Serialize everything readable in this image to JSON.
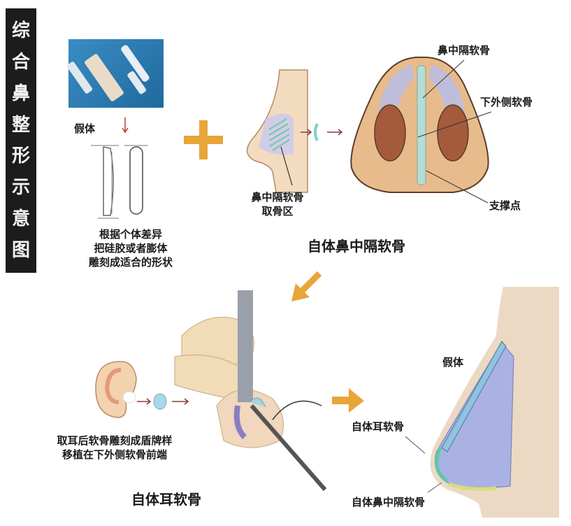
{
  "title": {
    "text": "综合鼻整形示意图",
    "chars": [
      "综",
      "合",
      "鼻",
      "整",
      "形",
      "示",
      "意",
      "图"
    ]
  },
  "implant_section": {
    "implant_label": "假体",
    "caption_lines": [
      "根据个体差异",
      "把硅胶或者膨体",
      "雕刻成适合的形状"
    ]
  },
  "septal_harvest": {
    "label_lines": [
      "鼻中隔软骨",
      "取骨区"
    ]
  },
  "nose_base_view": {
    "labels": {
      "septal_cartilage": "鼻中隔软骨",
      "lower_lateral_cartilage": "下外侧软骨",
      "support_point": "支撑点"
    },
    "caption": "自体鼻中隔软骨"
  },
  "ear_section": {
    "caption_lines": [
      "取耳后软骨雕刻成盾牌样",
      "移植在下外侧软骨前端"
    ],
    "title": "自体耳软骨"
  },
  "result_profile": {
    "labels": {
      "implant": "假体",
      "ear_cartilage": "自体耳软骨",
      "septal_cartilage": "自体鼻中隔软骨"
    }
  },
  "colors": {
    "arrow_orange": "#e8a53a",
    "skin": "#e9c39a",
    "cartilage_blue": "#a9b6e0",
    "implant_blue": "#8fb9d9",
    "title_bg": "#1c1c1c",
    "implant_photo_bg": "#2f7fb5"
  }
}
